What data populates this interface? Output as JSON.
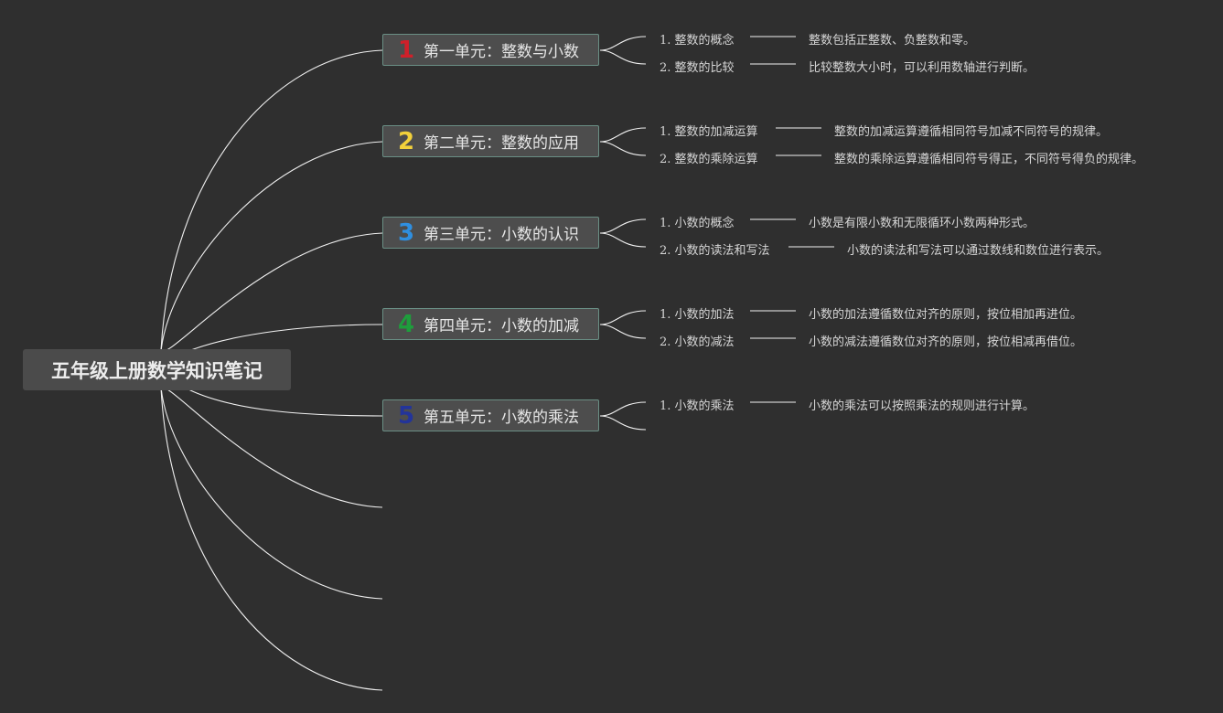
{
  "root": {
    "title": "五年级上册数学知识笔记"
  },
  "colors": {
    "background": "#2f2f2f",
    "line": "#ffffff",
    "node_bg": "#4d4d4d",
    "node_border": "#6a8f85"
  },
  "units": [
    {
      "number": "1",
      "number_color": "#d0202a",
      "title": "第一单元：整数与小数",
      "items": [
        {
          "label": "1. 整数的概念",
          "desc": "整数包括正整数、负整数和零。"
        },
        {
          "label": "2. 整数的比较",
          "desc": "比较整数大小时，可以利用数轴进行判断。"
        }
      ]
    },
    {
      "number": "2",
      "number_color": "#f2d13b",
      "title": "第二单元：整数的应用",
      "items": [
        {
          "label": "1. 整数的加减运算",
          "desc": "整数的加减运算遵循相同符号加减不同符号的规律。"
        },
        {
          "label": "2. 整数的乘除运算",
          "desc": "整数的乘除运算遵循相同符号得正，不同符号得负的规律。"
        }
      ]
    },
    {
      "number": "3",
      "number_color": "#2f8fe0",
      "title": "第三单元：小数的认识",
      "items": [
        {
          "label": "1. 小数的概念",
          "desc": "小数是有限小数和无限循环小数两种形式。"
        },
        {
          "label": "2. 小数的读法和写法",
          "desc": "小数的读法和写法可以通过数线和数位进行表示。"
        }
      ]
    },
    {
      "number": "4",
      "number_color": "#1e9e3c",
      "title": "第四单元：小数的加减",
      "items": [
        {
          "label": "1. 小数的加法",
          "desc": "小数的加法遵循数位对齐的原则，按位相加再进位。"
        },
        {
          "label": "2. 小数的减法",
          "desc": "小数的减法遵循数位对齐的原则，按位相减再借位。"
        }
      ]
    },
    {
      "number": "5",
      "number_color": "#23349a",
      "title": "第五单元：小数的乘法",
      "items": [
        {
          "label": "1. 小数的乘法",
          "desc": "小数的乘法可以按照乘法的规则进行计算。"
        }
      ]
    }
  ]
}
